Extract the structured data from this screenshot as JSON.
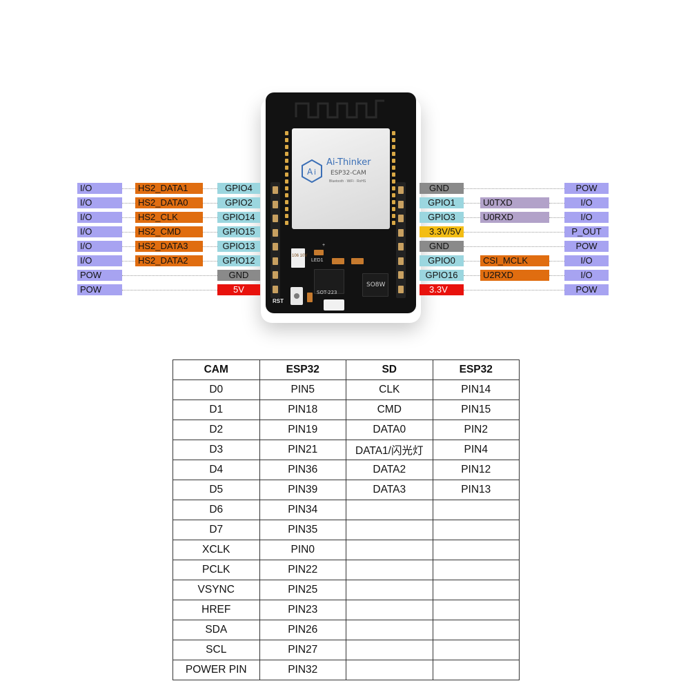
{
  "module": {
    "brand": "Ai-Thinker",
    "model": "ESP32-CAM",
    "shield_marks": "Bluetooth · WiFi · RoHS",
    "led_label": "LED1",
    "rst_label": "RST",
    "chip_sot": "SOT-223",
    "chip_so8": "SO8W",
    "cap_text": "106 10V",
    "plus_sign": "+"
  },
  "colors": {
    "purple": "#a7a3f1",
    "orange": "#e06d10",
    "light_blue": "#9bd6df",
    "gray": "#8a8a8a",
    "red": "#e8120d",
    "yellow": "#f3bd14",
    "lavender": "#b2a2c9"
  },
  "left_pins": [
    {
      "type": "I/O",
      "func": "HS2_DATA1",
      "pin": "GPIO4",
      "pin_color": "light_blue"
    },
    {
      "type": "I/O",
      "func": "HS2_DATA0",
      "pin": "GPIO2",
      "pin_color": "light_blue"
    },
    {
      "type": "I/O",
      "func": "HS2_CLK",
      "pin": "GPIO14",
      "pin_color": "light_blue"
    },
    {
      "type": "I/O",
      "func": "HS2_CMD",
      "pin": "GPIO15",
      "pin_color": "light_blue"
    },
    {
      "type": "I/O",
      "func": "HS2_DATA3",
      "pin": "GPIO13",
      "pin_color": "light_blue"
    },
    {
      "type": "I/O",
      "func": "HS2_DATA2",
      "pin": "GPIO12",
      "pin_color": "light_blue"
    },
    {
      "type": "POW",
      "func": "",
      "pin": "GND",
      "pin_color": "gray"
    },
    {
      "type": "POW",
      "func": "",
      "pin": "5V",
      "pin_color": "red"
    }
  ],
  "right_pins": [
    {
      "pin": "GND",
      "pin_color": "gray",
      "func": "",
      "func_color": "",
      "type": "POW"
    },
    {
      "pin": "GPIO1",
      "pin_color": "light_blue",
      "func": "U0TXD",
      "func_color": "lavender",
      "type": "I/O"
    },
    {
      "pin": "GPIO3",
      "pin_color": "light_blue",
      "func": "U0RXD",
      "func_color": "lavender",
      "type": "I/O"
    },
    {
      "pin": "3.3V/5V",
      "pin_color": "yellow",
      "func": "",
      "func_color": "",
      "type": "P_OUT"
    },
    {
      "pin": "GND",
      "pin_color": "gray",
      "func": "",
      "func_color": "",
      "type": "POW"
    },
    {
      "pin": "GPIO0",
      "pin_color": "light_blue",
      "func": "CSI_MCLK",
      "func_color": "orange",
      "type": "I/O"
    },
    {
      "pin": "GPIO16",
      "pin_color": "light_blue",
      "func": "U2RXD",
      "func_color": "orange",
      "type": "I/O"
    },
    {
      "pin": "3.3V",
      "pin_color": "red",
      "func": "",
      "func_color": "",
      "type": "POW"
    }
  ],
  "table": {
    "headers": [
      "CAM",
      "ESP32",
      "SD",
      "ESP32"
    ],
    "rows": [
      [
        "D0",
        "PIN5",
        "CLK",
        "PIN14"
      ],
      [
        "D1",
        "PIN18",
        "CMD",
        "PIN15"
      ],
      [
        "D2",
        "PIN19",
        "DATA0",
        "PIN2"
      ],
      [
        "D3",
        "PIN21",
        "DATA1/闪光灯",
        "PIN4"
      ],
      [
        "D4",
        "PIN36",
        "DATA2",
        "PIN12"
      ],
      [
        "D5",
        "PIN39",
        "DATA3",
        "PIN13"
      ],
      [
        "D6",
        "PIN34",
        "",
        ""
      ],
      [
        "D7",
        "PIN35",
        "",
        ""
      ],
      [
        "XCLK",
        "PIN0",
        "",
        ""
      ],
      [
        "PCLK",
        "PIN22",
        "",
        ""
      ],
      [
        "VSYNC",
        "PIN25",
        "",
        ""
      ],
      [
        "HREF",
        "PIN23",
        "",
        ""
      ],
      [
        "SDA",
        "PIN26",
        "",
        ""
      ],
      [
        "SCL",
        "PIN27",
        "",
        ""
      ],
      [
        "POWER PIN",
        "PIN32",
        "",
        ""
      ]
    ]
  }
}
